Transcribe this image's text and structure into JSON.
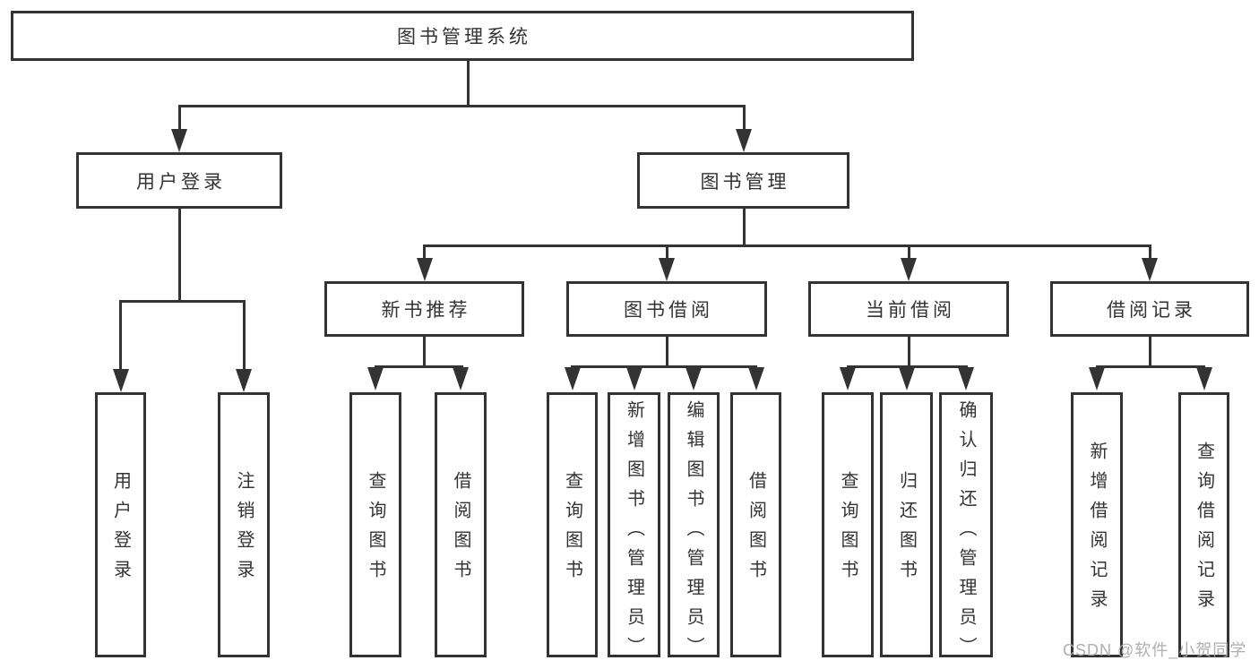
{
  "diagram_title": "图书管理系统",
  "tree": {
    "label": "图书管理系统",
    "children": [
      {
        "label": "用户登录",
        "children": [
          {
            "label": "用户登录"
          },
          {
            "label": "注销登录"
          }
        ]
      },
      {
        "label": "图书管理",
        "children": [
          {
            "label": "新书推荐",
            "children": [
              {
                "label": "查询图书"
              },
              {
                "label": "借阅图书"
              }
            ]
          },
          {
            "label": "图书借阅",
            "children": [
              {
                "label": "查询图书"
              },
              {
                "label": "新增图书（管理员）"
              },
              {
                "label": "编辑图书（管理员）"
              },
              {
                "label": "借阅图书"
              }
            ]
          },
          {
            "label": "当前借阅",
            "children": [
              {
                "label": "查询图书"
              },
              {
                "label": "归还图书"
              },
              {
                "label": "确认归还（管理员）"
              }
            ]
          },
          {
            "label": "借阅记录",
            "children": [
              {
                "label": "新增借阅记录"
              },
              {
                "label": "查询借阅记录"
              }
            ]
          }
        ]
      }
    ]
  },
  "watermark": {
    "text": "CSDN @软件_小贺同学",
    "color": "#ababab"
  },
  "colors": {
    "line": "#333333",
    "text": "#333333",
    "background": "#ffffff"
  }
}
